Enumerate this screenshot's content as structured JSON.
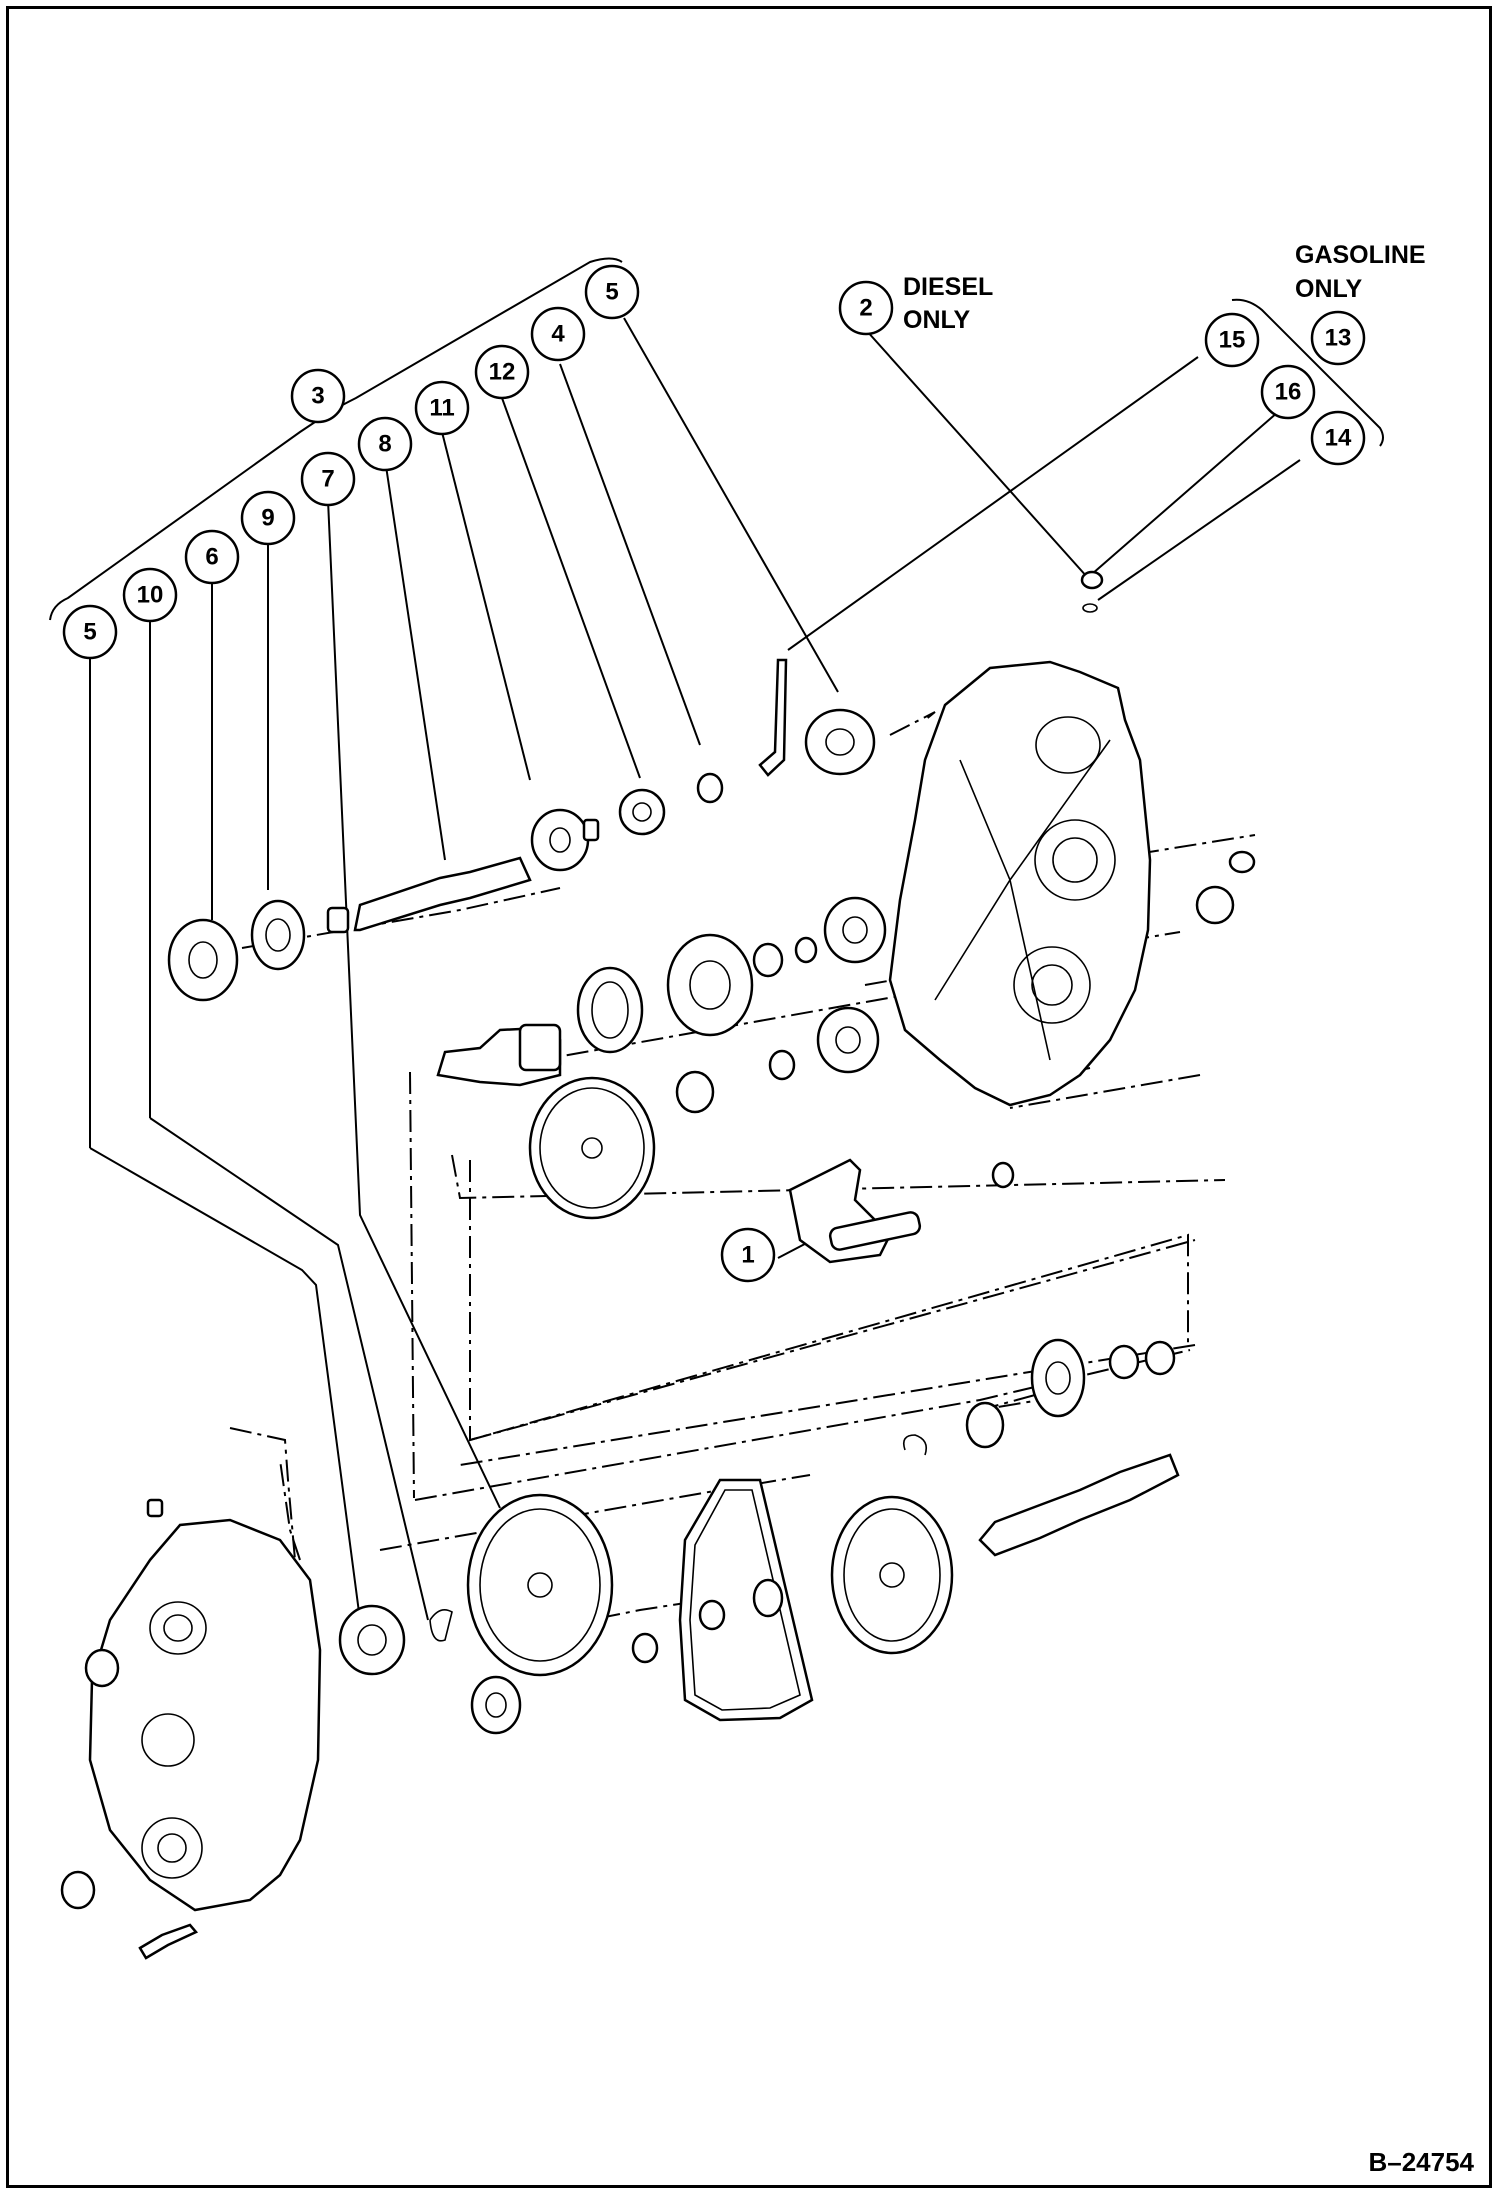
{
  "figure_id": "B–24754",
  "notes": {
    "diesel_line1": "DIESEL",
    "diesel_line2": "ONLY",
    "gasoline_line1": "GASOLINE",
    "gasoline_line2": "ONLY"
  },
  "callouts": {
    "c1": "1",
    "c2": "2",
    "c3": "3",
    "c4": "4",
    "c5a": "5",
    "c5b": "5",
    "c6": "6",
    "c7": "7",
    "c8": "8",
    "c9": "9",
    "c10": "10",
    "c11": "11",
    "c12": "12",
    "c13": "13",
    "c14": "14",
    "c15": "15",
    "c16": "16"
  }
}
